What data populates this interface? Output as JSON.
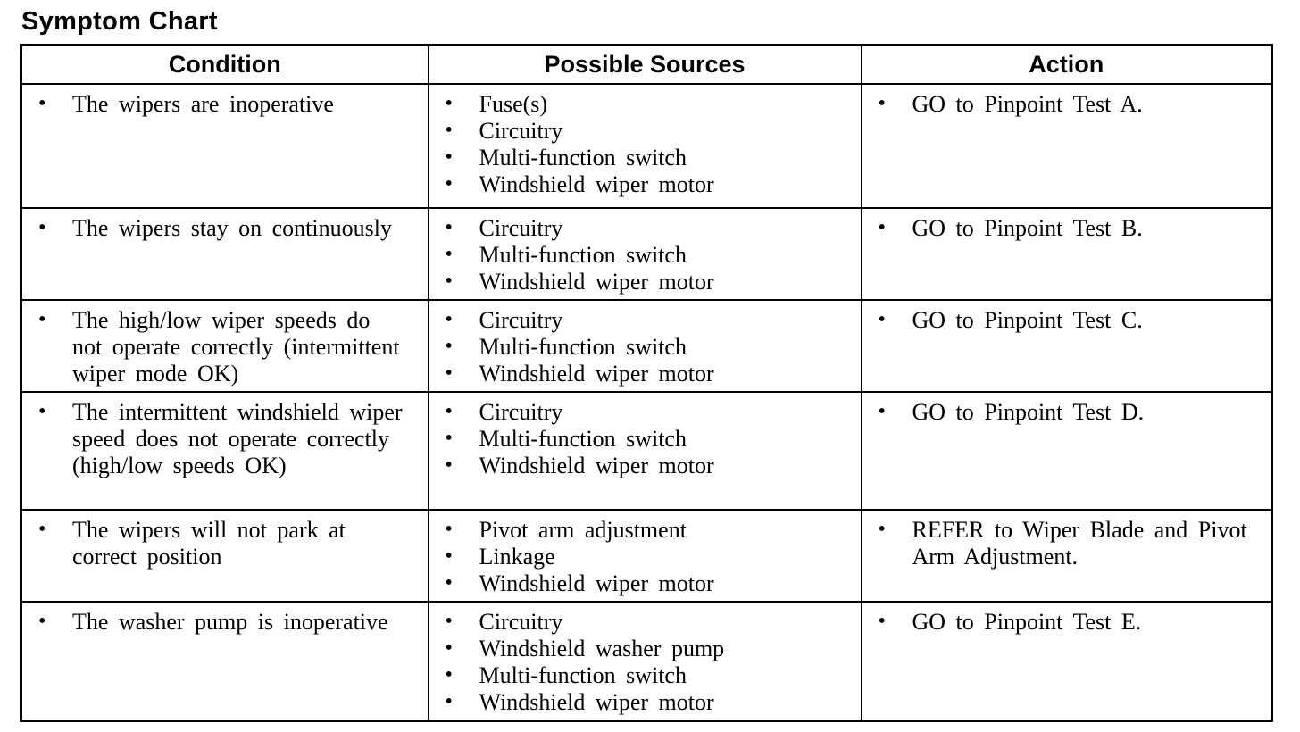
{
  "page": {
    "title": "Symptom Chart"
  },
  "colors": {
    "text": "#000000",
    "border": "#000000",
    "background": "#ffffff"
  },
  "table": {
    "headers": [
      "Condition",
      "Possible Sources",
      "Action"
    ],
    "rows": [
      {
        "condition": [
          "The wipers are inoperative"
        ],
        "sources": [
          "Fuse(s)",
          "Circuitry",
          "Multi-function switch",
          "Windshield wiper motor"
        ],
        "action": [
          "GO to Pinpoint Test A."
        ]
      },
      {
        "condition": [
          "The wipers stay on continuously"
        ],
        "sources": [
          "Circuitry",
          "Multi-function switch",
          "Windshield wiper motor"
        ],
        "action": [
          "GO to Pinpoint Test B."
        ]
      },
      {
        "condition": [
          "The high/low wiper speeds do not operate correctly (intermittent wiper mode OK)"
        ],
        "sources": [
          "Circuitry",
          "Multi-function switch",
          "Windshield wiper motor"
        ],
        "action": [
          "GO to Pinpoint Test C."
        ]
      },
      {
        "condition": [
          "The intermittent windshield wiper speed does not operate correctly (high/low speeds OK)"
        ],
        "sources": [
          "Circuitry",
          "Multi-function switch",
          "Windshield wiper motor"
        ],
        "action": [
          "GO to Pinpoint Test D."
        ]
      },
      {
        "condition": [
          "The wipers will not park at correct position"
        ],
        "sources": [
          "Pivot arm adjustment",
          "Linkage",
          "Windshield wiper motor"
        ],
        "action": [
          "REFER to Wiper Blade and Pivot Arm Adjustment."
        ]
      },
      {
        "condition": [
          "The washer pump is inoperative"
        ],
        "sources": [
          "Circuitry",
          "Windshield washer pump",
          "Multi-function switch",
          "Windshield wiper motor"
        ],
        "action": [
          "GO to Pinpoint Test E."
        ]
      }
    ]
  }
}
